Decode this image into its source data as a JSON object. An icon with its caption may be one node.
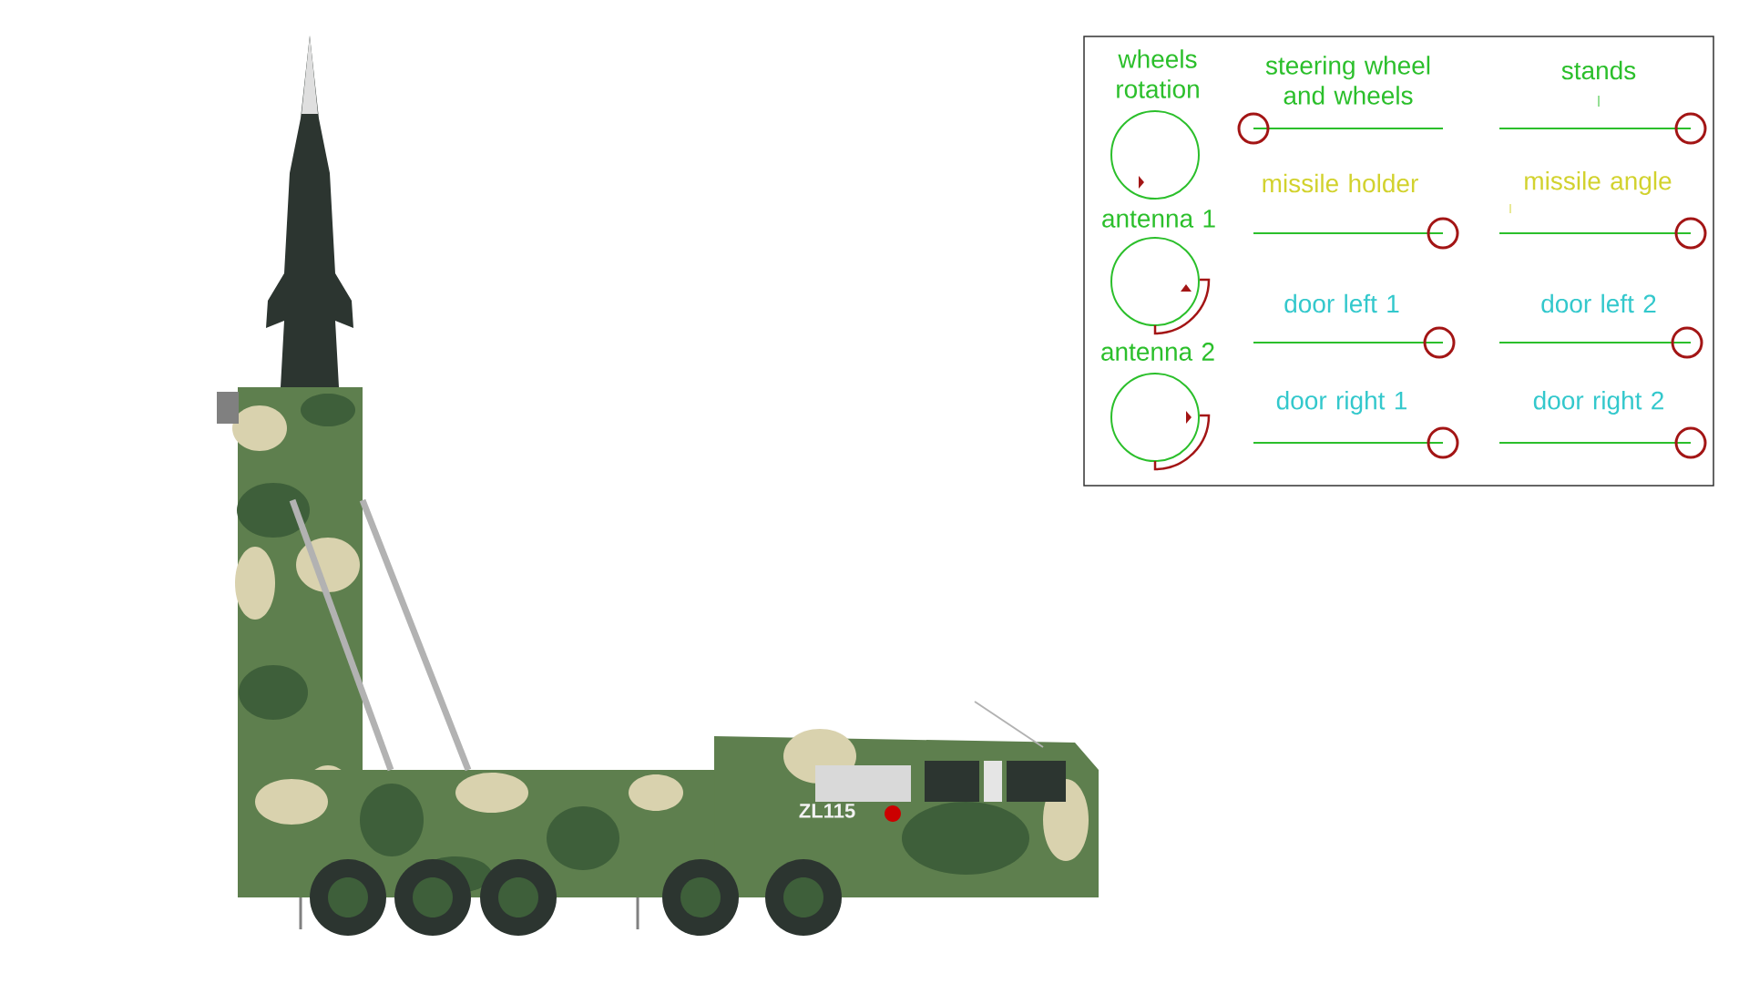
{
  "diagram": {
    "labels": [
      "wheels rotation",
      "steering wheel and wheels",
      "stands",
      "missile holder",
      "missile angle",
      "antenna 1",
      "door left 1",
      "door left 2",
      "antenna 2",
      "door right 1",
      "door right 2",
      "ZL115"
    ]
  }
}
